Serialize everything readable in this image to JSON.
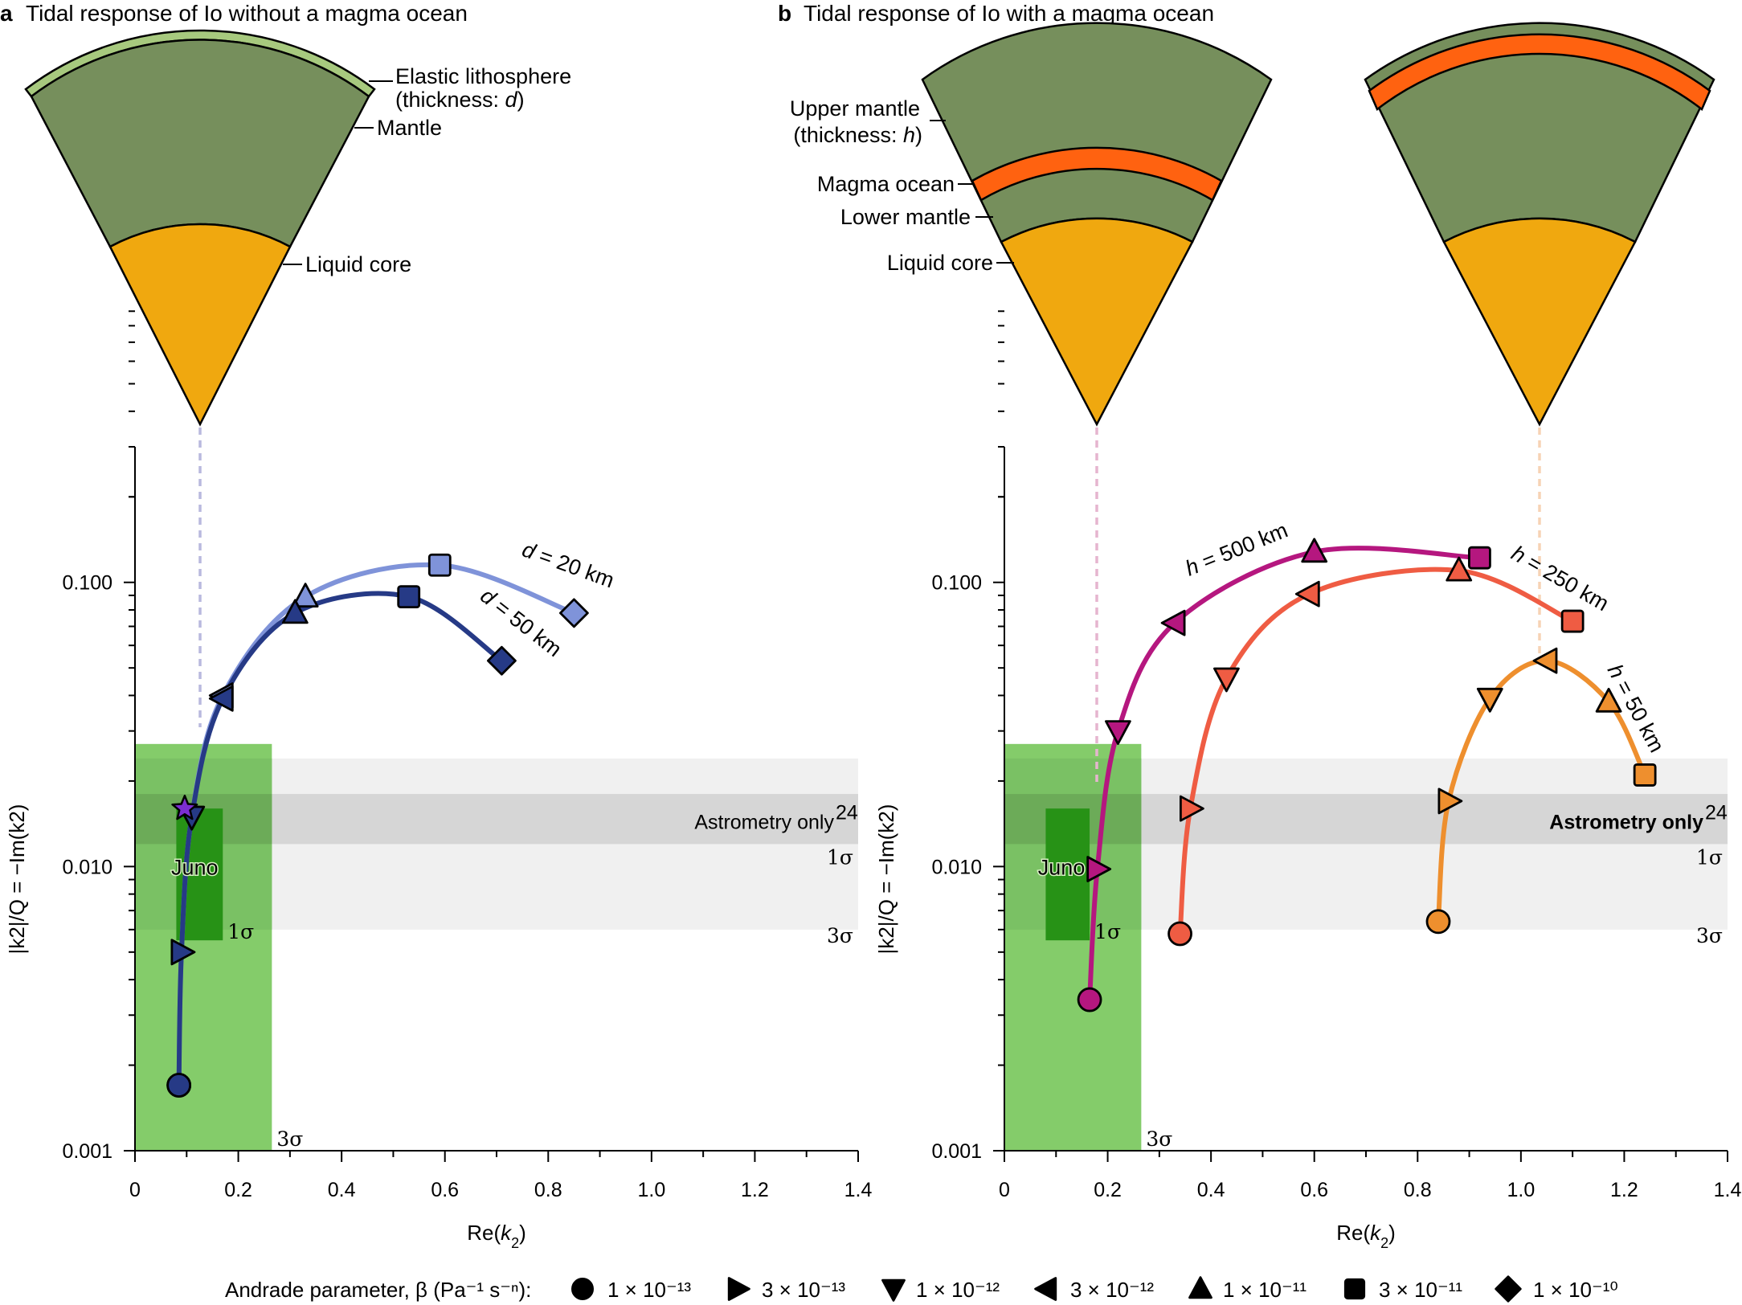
{
  "panel_a": {
    "letter": "a",
    "title": "Tidal response of Io without a magma ocean",
    "labels": {
      "lithosphere_1": "Elastic lithosphere",
      "lithosphere_2_pre": "(thickness: ",
      "lithosphere_2_var": "d",
      "lithosphere_2_post": ")",
      "mantle": "Mantle",
      "core": "Liquid core"
    }
  },
  "panel_b": {
    "letter": "b",
    "title": "Tidal response of Io with a magma ocean",
    "labels": {
      "upper_1": "Upper mantle",
      "upper_2_pre": "(thickness: ",
      "upper_2_var": "h",
      "upper_2_post": ")",
      "magma": "Magma ocean",
      "lower": "Lower mantle",
      "core": "Liquid core"
    }
  },
  "axes": {
    "xlabel": "Re(k2)",
    "ylabel": "|k2|/Q = −Im(k2)",
    "x_ticks": [
      "0",
      "0.2",
      "0.4",
      "0.6",
      "0.8",
      "1.0",
      "1.2",
      "1.4"
    ],
    "y_ticks": [
      "0.001",
      "0.010",
      "0.100"
    ]
  },
  "annotations": {
    "astrometry": "Astrometry only",
    "astrometry_ref": "24",
    "juno": "Juno",
    "sigma1": "1σ",
    "sigma3": "3σ"
  },
  "legend": {
    "title": "Andrade parameter, β (Pa⁻¹ s⁻ⁿ):",
    "items": [
      "1 × 10⁻¹³",
      "3 × 10⁻¹³",
      "1 × 10⁻¹²",
      "3 × 10⁻¹²",
      "1 × 10⁻¹¹",
      "3 × 10⁻¹¹",
      "1 × 10⁻¹⁰"
    ]
  },
  "colors": {
    "lithosphere": "#a7c97e",
    "mantle": "#768f5c",
    "core": "#f0a80f",
    "magma": "#ff6210",
    "d20": "#7f93d9",
    "d50": "#263a86",
    "h500": "#b5177f",
    "h250": "#ef5c43",
    "h50": "#ee8f2e",
    "juno_3sigma": "#84cc6a",
    "juno_1sigma": "#279216",
    "astro_1sigma": "#d6d6d6",
    "astro_3sigma": "#f0f0f0"
  },
  "chart_data": [
    {
      "type": "scatter",
      "panel": "a",
      "xlabel": "Re(k2)",
      "ylabel": "|k2|/Q = −Im(k2)",
      "xlim": [
        0,
        1.4
      ],
      "ylim": [
        0.001,
        0.3
      ],
      "y_scale": "log",
      "beta": [
        "1e-13",
        "3e-13",
        "1e-12",
        "3e-12",
        "1e-11",
        "3e-11",
        "1e-10"
      ],
      "series": [
        {
          "name": "d = 20 km",
          "x": [
            0.085,
            0.09,
            0.11,
            0.17,
            0.33,
            0.59,
            0.85
          ],
          "y": [
            0.0017,
            0.005,
            0.015,
            0.04,
            0.089,
            0.115,
            0.078
          ]
        },
        {
          "name": "d = 50 km",
          "x": [
            0.085,
            0.09,
            0.11,
            0.17,
            0.31,
            0.53,
            0.71
          ],
          "y": [
            0.0017,
            0.005,
            0.015,
            0.039,
            0.078,
            0.089,
            0.053
          ]
        }
      ],
      "juno": {
        "label": "Juno",
        "x": 0.09,
        "y": 0.016,
        "sigma1": {
          "x": [
            0.08,
            0.17
          ],
          "y": [
            0.0055,
            0.016
          ]
        },
        "sigma3": {
          "x": [
            0,
            0.265
          ],
          "y": [
            0.001,
            0.027
          ]
        }
      },
      "astrometry": {
        "sigma1": [
          0.012,
          0.018
        ],
        "sigma3": [
          0.006,
          0.024
        ],
        "x_from": 0.265
      }
    },
    {
      "type": "scatter",
      "panel": "b",
      "xlabel": "Re(k2)",
      "ylabel": "|k2|/Q = −Im(k2)",
      "xlim": [
        0,
        1.4
      ],
      "ylim": [
        0.001,
        0.3
      ],
      "y_scale": "log",
      "beta": [
        "1e-13",
        "3e-13",
        "1e-12",
        "3e-12",
        "1e-11",
        "3e-11",
        "1e-10"
      ],
      "series": [
        {
          "name": "h = 500 km",
          "x": [
            0.165,
            0.18,
            0.22,
            0.33,
            0.6,
            0.92
          ],
          "y": [
            0.0034,
            0.0098,
            0.03,
            0.072,
            0.128,
            0.122
          ]
        },
        {
          "name": "h = 250 km",
          "x": [
            0.34,
            0.36,
            0.43,
            0.59,
            0.88,
            1.1
          ],
          "y": [
            0.0058,
            0.016,
            0.046,
            0.091,
            0.11,
            0.073
          ]
        },
        {
          "name": "h = 50 km",
          "x": [
            0.84,
            0.86,
            0.94,
            1.05,
            1.17,
            1.24
          ],
          "y": [
            0.0064,
            0.017,
            0.039,
            0.053,
            0.038,
            0.021
          ]
        }
      ],
      "juno": {
        "label": "Juno",
        "x": 0.11,
        "y": 0.01,
        "sigma1": {
          "x": [
            0.08,
            0.165
          ],
          "y": [
            0.0055,
            0.016
          ]
        },
        "sigma3": {
          "x": [
            0,
            0.265
          ],
          "y": [
            0.001,
            0.027
          ]
        }
      },
      "astrometry": {
        "sigma1": [
          0.012,
          0.018
        ],
        "sigma3": [
          0.006,
          0.024
        ],
        "x_from": 0.265
      }
    }
  ]
}
